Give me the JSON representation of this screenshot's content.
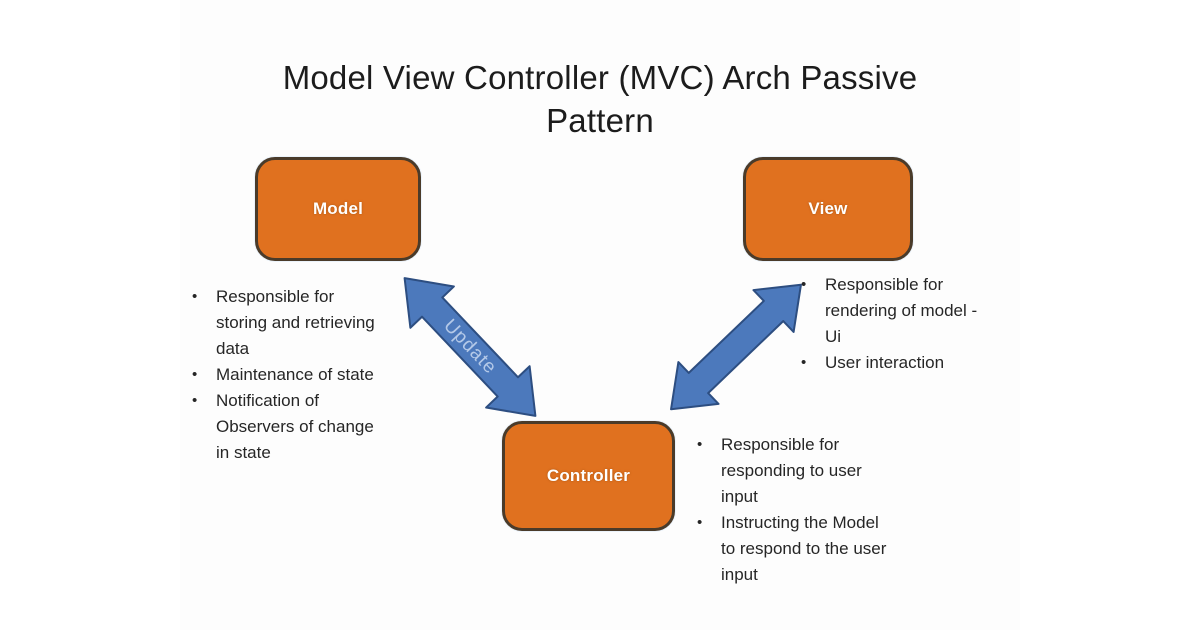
{
  "title": "Model View Controller (MVC) Arch Passive Pattern",
  "nodes": {
    "model": {
      "label": "Model",
      "bullets": [
        "Responsible for storing and retrieving data",
        "Maintenance of state",
        "Notification of Observers  of change in state"
      ]
    },
    "view": {
      "label": "View",
      "bullets": [
        "Responsible for rendering of model - Ui",
        "User interaction"
      ]
    },
    "controller": {
      "label": "Controller",
      "bullets": [
        "Responsible for responding to user input",
        "Instructing the Model to respond to the user input"
      ]
    }
  },
  "arrows": {
    "model_controller": {
      "label": "Update",
      "direction": "bidirectional"
    },
    "view_controller": {
      "label": "",
      "direction": "bidirectional"
    }
  },
  "colors": {
    "box_fill": "#e0711f",
    "box_border": "#4a3b2a",
    "box_text": "#ffffff",
    "arrow_fill": "#4c79bc",
    "arrow_outline": "#2d4e81",
    "arrow_label_color": "#b4c9e8",
    "title_text": "#1c1c1c",
    "body_text": "#262626"
  }
}
